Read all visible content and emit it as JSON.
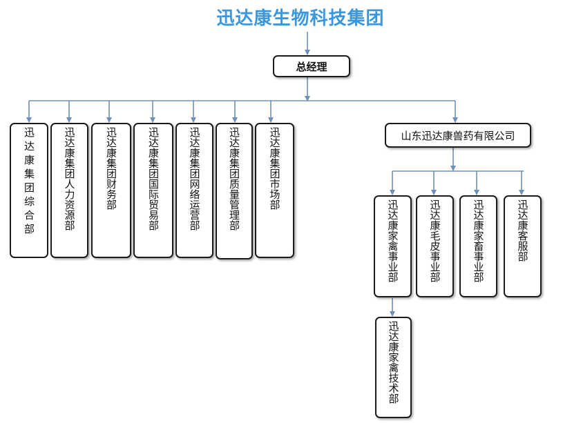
{
  "title": "迅达康生物科技集团",
  "ceo": "总经理",
  "group_departments": [
    "迅达康集团综合部",
    "迅达康集团人力资源部",
    "迅达康集团财务部",
    "迅达康集团国际贸易部",
    "迅达康集团网络运营部",
    "迅达康集团质量管理部",
    "迅达康集团市场部"
  ],
  "subsidiary": "山东迅达康兽药有限公司",
  "subsidiary_departments": [
    "迅达康家禽事业部",
    "迅达康毛皮事业部",
    "迅达康家畜事业部",
    "迅达康客服部"
  ],
  "sub_unit": "迅达康家禽技术部",
  "colors": {
    "title": "#3a96dd",
    "connector": "#6d8fb8",
    "border": "#1a1a1a"
  }
}
